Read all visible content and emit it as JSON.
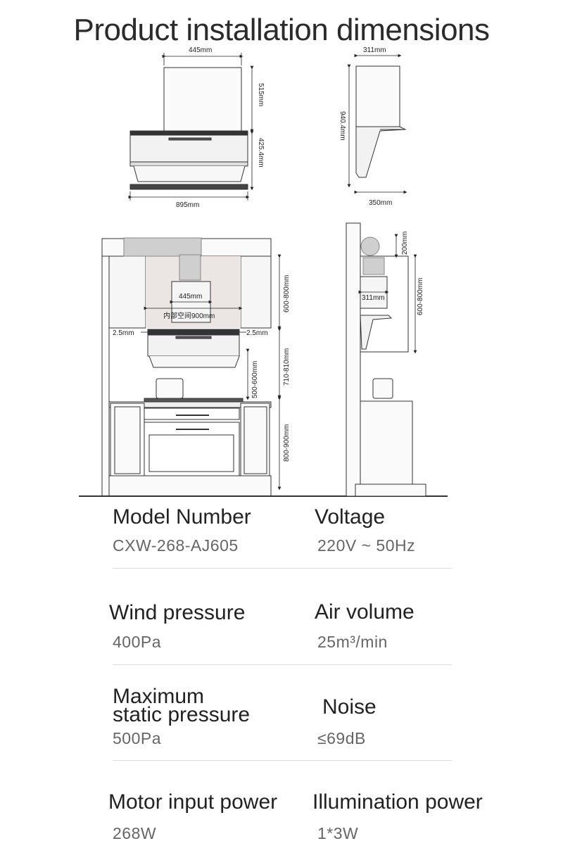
{
  "title": "Product installation dimensions",
  "diagram": {
    "top_front": {
      "width_top": "445mm",
      "height_chimney": "515mm",
      "height_body": "425.4mm",
      "width_bottom": "895mm"
    },
    "top_side": {
      "depth_top": "311mm",
      "height_total": "940.4mm",
      "depth_bottom": "350mm"
    },
    "install_front": {
      "duct_width": "445mm",
      "inner_space": "内部空间900mm",
      "gap_left": "2.5mm",
      "gap_right": "2.5mm",
      "cabinet_height": "600-800mm",
      "hood_to_stove": "500-600mm",
      "hood_range": "710-810mm",
      "counter_height": "800-900mm"
    },
    "install_side": {
      "duct_height": "200mm",
      "depth": "311mm",
      "cabinet_height": "600-800mm"
    }
  },
  "specs": [
    {
      "label": "Model Number",
      "value": "CXW-268-AJ605"
    },
    {
      "label": "Voltage",
      "value": "220V ~ 50Hz"
    },
    {
      "label": "Wind pressure",
      "value": "400Pa"
    },
    {
      "label": "Air volume",
      "value": "25m³/min"
    },
    {
      "label": "Maximum\nstatic pressure",
      "value": "500Pa"
    },
    {
      "label": "Noise",
      "value": "≤69dB"
    },
    {
      "label": "Motor input power",
      "value": "268W"
    },
    {
      "label": "Illumination power",
      "value": "1*3W"
    }
  ]
}
